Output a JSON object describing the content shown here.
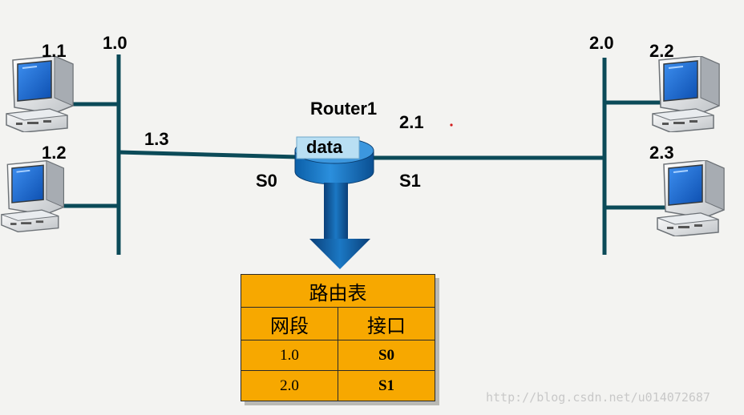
{
  "labels": {
    "net_left": "1.0",
    "net_right": "2.0",
    "host_1_1": "1.1",
    "host_1_2": "1.2",
    "host_2_2": "2.2",
    "host_2_3": "2.3",
    "router_if_left_addr": "1.3",
    "router_if_right_addr": "2.1",
    "router_name": "Router1",
    "router_data": "data",
    "port_s0": "S0",
    "port_s1": "S1"
  },
  "routing_table": {
    "title": "路由表",
    "headers": [
      "网段",
      "接口"
    ],
    "rows": [
      [
        "1.0",
        "S0"
      ],
      [
        "2.0",
        "S1"
      ]
    ]
  },
  "watermark": "http://blog.csdn.net/u014072687",
  "colors": {
    "network_line": "#0b4a58",
    "router_body": "#1c7fc9",
    "router_top": "#b9dff3",
    "arrow": "#1066a8",
    "table_bg": "#f7a800",
    "monitor_screen": "#1f6fd1"
  }
}
